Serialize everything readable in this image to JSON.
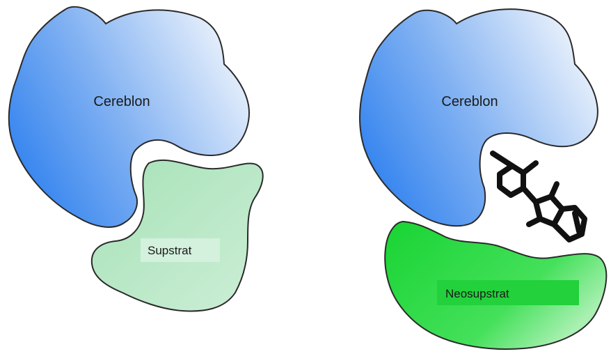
{
  "left_panel": {
    "protein_label": "Cereblon",
    "substrate_label": "Supstrat"
  },
  "right_panel": {
    "protein_label": "Cereblon",
    "substrate_label": "Neosupstrat",
    "molecule_icon": "molecular-glue-structure-icon"
  },
  "colors": {
    "cereblon_dark": "#3d8bf0",
    "cereblon_light": "#e8f1fc",
    "substrate_pale": "#b2e6c2",
    "neosubstrate_bright": "#2fe04a",
    "outline": "#2a2a2a"
  }
}
